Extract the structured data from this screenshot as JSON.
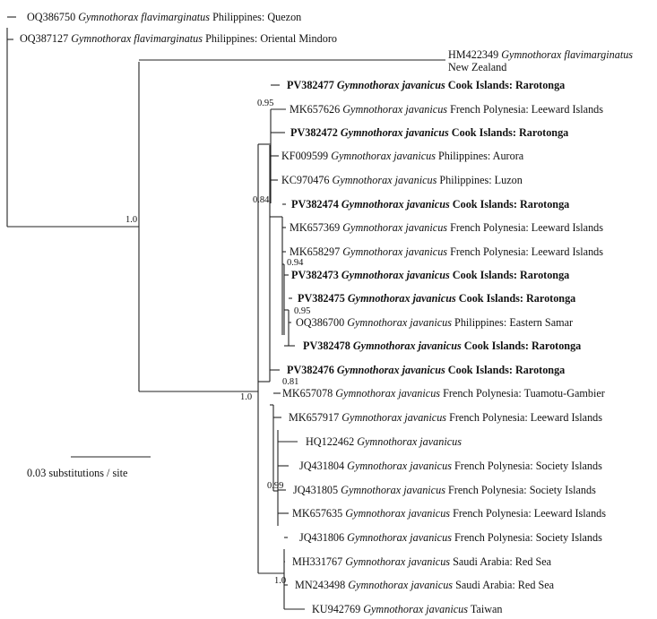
{
  "tips": [
    {
      "acc": "OQ386750",
      "species": "Gymnothorax flavimarginatus",
      "loc": "Philippines: Quezon",
      "bold": false
    },
    {
      "acc": "OQ387127",
      "species": "Gymnothorax flavimarginatus",
      "loc": "Philippines: Oriental Mindoro",
      "bold": false
    },
    {
      "acc": "HM422349",
      "species": "Gymnothorax flavimarginatus",
      "loc": "New Zealand",
      "bold": false
    },
    {
      "acc": "PV382477",
      "species": "Gymnothorax javanicus",
      "loc": "Cook Islands: Rarotonga",
      "bold": true
    },
    {
      "acc": "MK657626",
      "species": "Gymnothorax javanicus",
      "loc": "French Polynesia: Leeward Islands",
      "bold": false
    },
    {
      "acc": "PV382472",
      "species": "Gymnothorax javanicus",
      "loc": "Cook Islands: Rarotonga",
      "bold": true
    },
    {
      "acc": "KF009599",
      "species": "Gymnothorax javanicus",
      "loc": "Philippines: Aurora",
      "bold": false
    },
    {
      "acc": "KC970476",
      "species": "Gymnothorax javanicus",
      "loc": "Philippines: Luzon",
      "bold": false
    },
    {
      "acc": "PV382474",
      "species": "Gymnothorax javanicus",
      "loc": "Cook Islands: Rarotonga",
      "bold": true
    },
    {
      "acc": "MK657369",
      "species": "Gymnothorax javanicus",
      "loc": "French Polynesia: Leeward Islands",
      "bold": false
    },
    {
      "acc": "MK658297",
      "species": "Gymnothorax javanicus",
      "loc": "French Polynesia: Leeward Islands",
      "bold": false
    },
    {
      "acc": "PV382473",
      "species": "Gymnothorax javanicus",
      "loc": "Cook Islands: Rarotonga",
      "bold": true
    },
    {
      "acc": "PV382475",
      "species": "Gymnothorax javanicus",
      "loc": "Cook Islands: Rarotonga",
      "bold": true
    },
    {
      "acc": "OQ386700",
      "species": "Gymnothorax javanicus",
      "loc": "Philippines: Eastern Samar",
      "bold": false
    },
    {
      "acc": "PV382478",
      "species": "Gymnothorax javanicus",
      "loc": "Cook Islands: Rarotonga",
      "bold": true
    },
    {
      "acc": "PV382476",
      "species": "Gymnothorax javanicus",
      "loc": "Cook Islands: Rarotonga",
      "bold": true
    },
    {
      "acc": "MK657078",
      "species": "Gymnothorax javanicus",
      "loc": "French Polynesia: Tuamotu-Gambier",
      "bold": false
    },
    {
      "acc": "MK657917",
      "species": "Gymnothorax javanicus",
      "loc": "French Polynesia: Leeward Islands",
      "bold": false
    },
    {
      "acc": "HQ122462",
      "species": "Gymnothorax javanicus",
      "loc": "",
      "bold": false
    },
    {
      "acc": "JQ431804",
      "species": "Gymnothorax javanicus",
      "loc": "French Polynesia: Society Islands",
      "bold": false
    },
    {
      "acc": "JQ431805",
      "species": "Gymnothorax javanicus",
      "loc": "French Polynesia: Society Islands",
      "bold": false
    },
    {
      "acc": "MK657635",
      "species": "Gymnothorax javanicus",
      "loc": "French Polynesia: Leeward Islands",
      "bold": false
    },
    {
      "acc": "JQ431806",
      "species": "Gymnothorax javanicus",
      "loc": "French Polynesia: Society Islands",
      "bold": false
    },
    {
      "acc": "MH331767",
      "species": "Gymnothorax javanicus",
      "loc": "Saudi Arabia: Red Sea",
      "bold": false
    },
    {
      "acc": "MN243498",
      "species": "Gymnothorax javanicus",
      "loc": "Saudi Arabia: Red Sea",
      "bold": false
    },
    {
      "acc": "KU942769",
      "species": "Gymnothorax javanicus",
      "loc": "Taiwan",
      "bold": false
    }
  ],
  "supports": [
    "1.0",
    "1.0",
    "0.84",
    "0.95",
    "0.94",
    "0.95",
    "0.81",
    "0.99",
    "1.0"
  ],
  "scale_bar": {
    "label": "0.03 substitutions / site"
  }
}
